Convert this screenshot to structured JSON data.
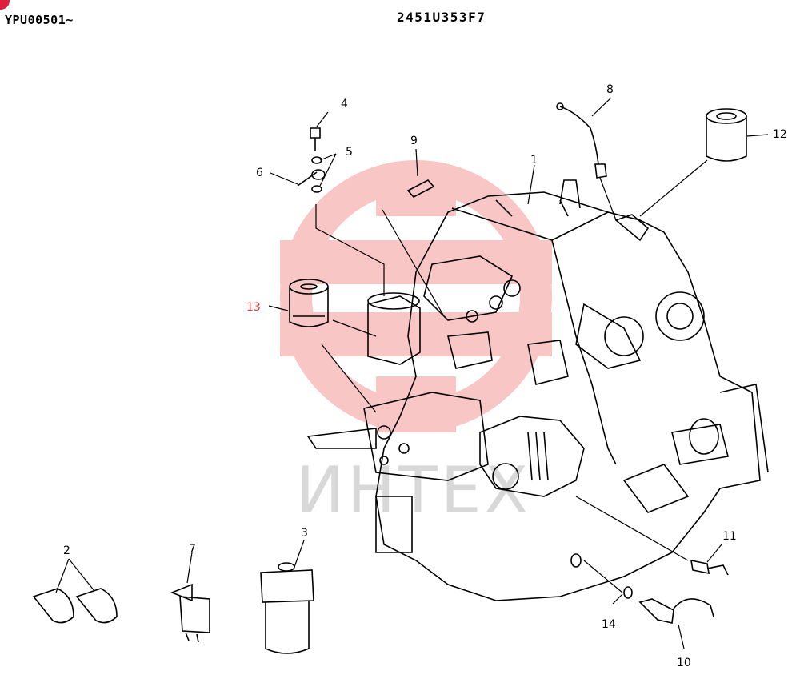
{
  "header": {
    "serial_range": "YPU00501~",
    "diagram_code": "2451U353F7"
  },
  "watermark": {
    "text": "ИНТЕХ",
    "color": "#f5a0a0"
  },
  "callouts": [
    {
      "id": "1",
      "text": "1"
    },
    {
      "id": "2",
      "text": "2"
    },
    {
      "id": "3",
      "text": "3"
    },
    {
      "id": "4",
      "text": "4"
    },
    {
      "id": "5",
      "text": "5"
    },
    {
      "id": "6",
      "text": "6"
    },
    {
      "id": "7",
      "text": "7"
    },
    {
      "id": "8",
      "text": "8"
    },
    {
      "id": "9",
      "text": "9"
    },
    {
      "id": "10",
      "text": "10"
    },
    {
      "id": "11",
      "text": "11"
    },
    {
      "id": "12",
      "text": "12"
    },
    {
      "id": "13",
      "text": "13"
    },
    {
      "id": "14",
      "text": "14"
    }
  ]
}
